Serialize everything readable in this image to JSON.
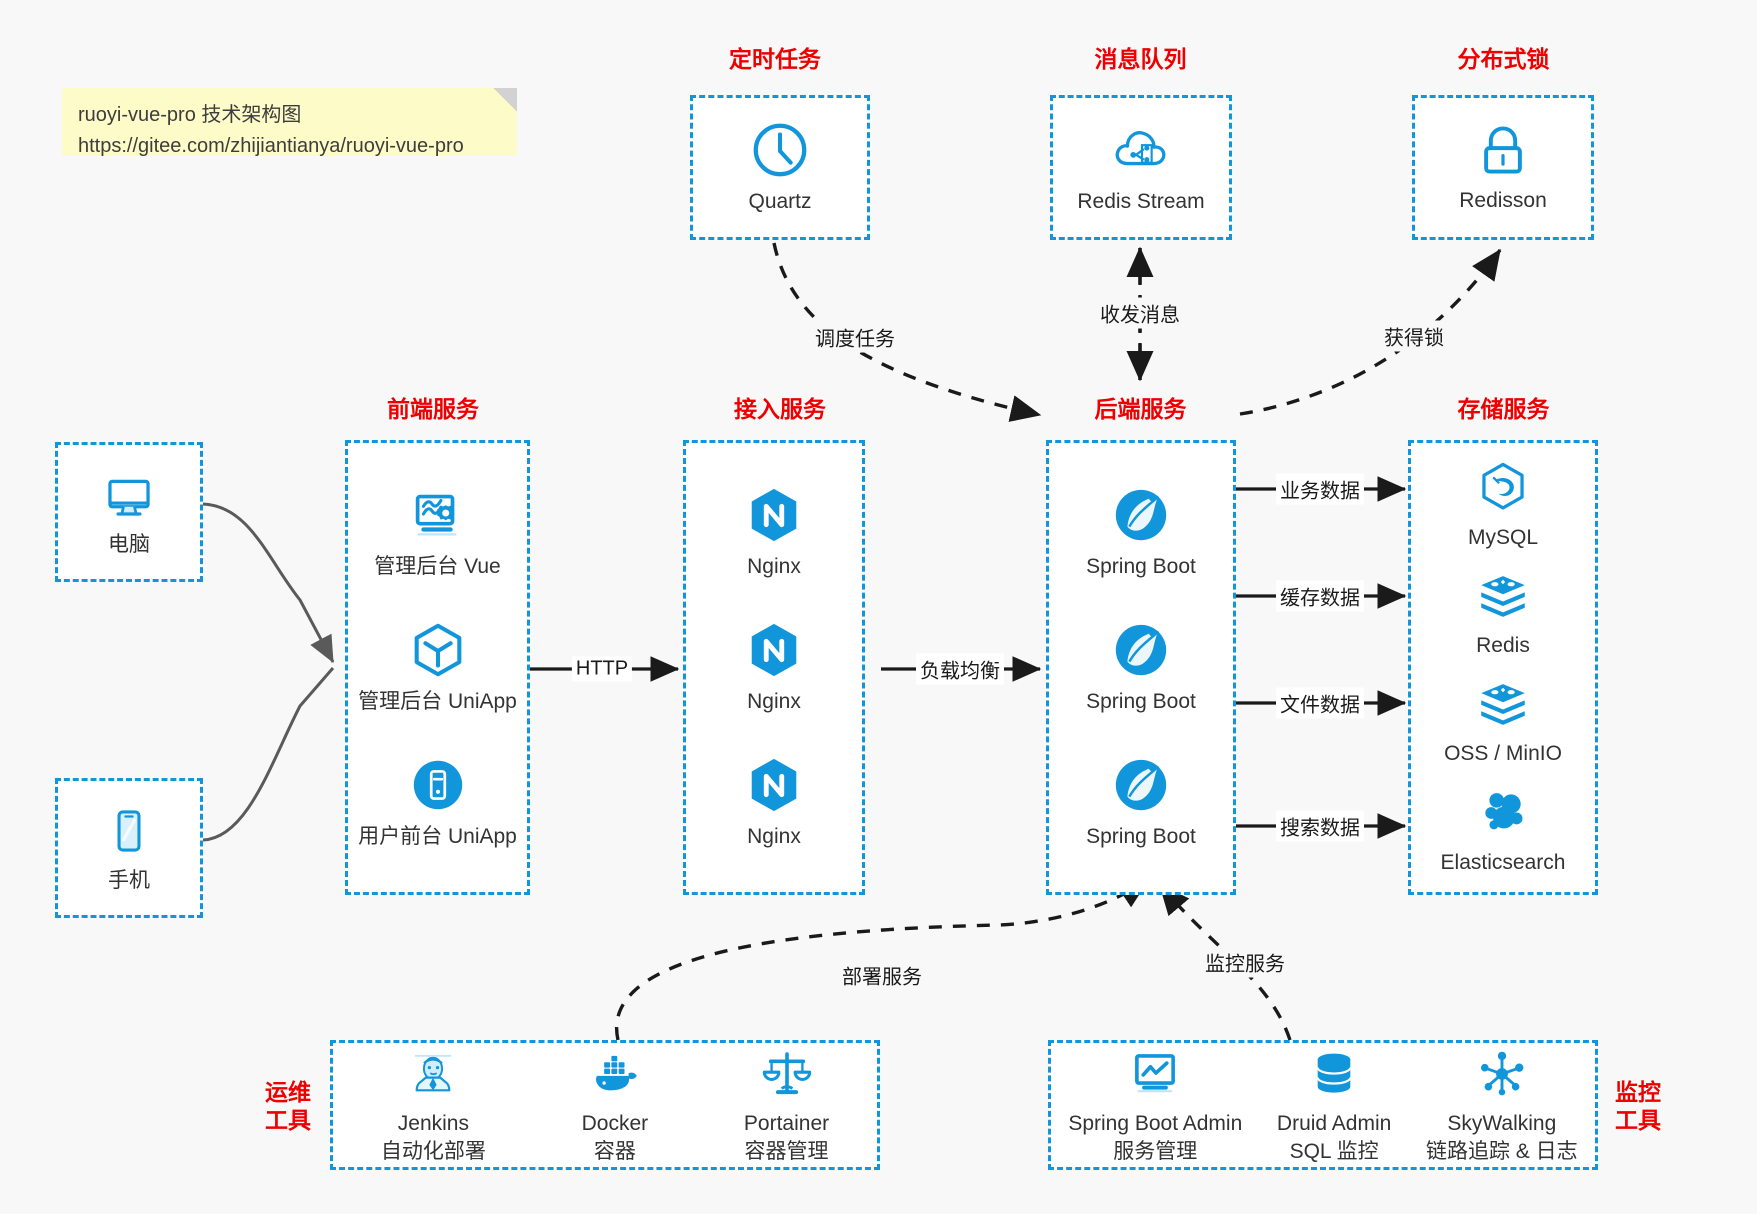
{
  "note": {
    "line1": "ruoyi-vue-pro 技术架构图",
    "line2": "https://gitee.com/zhijiantianya/ruoyi-vue-pro"
  },
  "colors": {
    "accent": "#1296db",
    "group_label": "#ef0000",
    "background": "#f8f8f8",
    "box_fill": "#ffffff",
    "note_fill": "#fdfbc8",
    "connector": "#1a1a1a",
    "solid_client_connector": "#5a5a5a"
  },
  "groups": {
    "scheduled_task": "定时任务",
    "message_queue": "消息队列",
    "distributed_lock": "分布式锁",
    "frontend_service": "前端服务",
    "gateway_service": "接入服务",
    "backend_service": "后端服务",
    "storage_service": "存储服务",
    "devops_tools": "运维\n工具",
    "devops_tools_l1": "运维",
    "devops_tools_l2": "工具",
    "monitor_tools_l1": "监控",
    "monitor_tools_l2": "工具"
  },
  "nodes": {
    "quartz": {
      "label": "Quartz",
      "icon": "clock-icon"
    },
    "redis_stream": {
      "label": "Redis Stream",
      "icon": "cloud-stream-icon"
    },
    "redisson": {
      "label": "Redisson",
      "icon": "lock-icon"
    },
    "computer": {
      "label": "电脑",
      "icon": "desktop-monitor-icon"
    },
    "phone": {
      "label": "手机",
      "icon": "mobile-phone-icon"
    },
    "admin_vue": {
      "label": "管理后台 Vue",
      "icon": "dashboard-gear-icon"
    },
    "admin_uniapp": {
      "label": "管理后台 UniApp",
      "icon": "hexagon-cube-icon"
    },
    "user_uniapp": {
      "label": "用户前台 UniApp",
      "icon": "app-tile-icon"
    },
    "nginx1": {
      "label": "Nginx",
      "icon": "nginx-icon"
    },
    "nginx2": {
      "label": "Nginx",
      "icon": "nginx-icon"
    },
    "nginx3": {
      "label": "Nginx",
      "icon": "nginx-icon"
    },
    "spring_boot1": {
      "label": "Spring Boot",
      "icon": "spring-leaf-icon"
    },
    "spring_boot2": {
      "label": "Spring Boot",
      "icon": "spring-leaf-icon"
    },
    "spring_boot3": {
      "label": "Spring Boot",
      "icon": "spring-leaf-icon"
    },
    "mysql": {
      "label": "MySQL",
      "icon": "mysql-dolphin-icon"
    },
    "redis": {
      "label": "Redis",
      "icon": "redis-stack-icon"
    },
    "oss_minio": {
      "label": "OSS / MinIO",
      "icon": "redis-stack-icon"
    },
    "elasticsearch": {
      "label": "Elasticsearch",
      "icon": "elasticsearch-icon"
    },
    "jenkins": {
      "label": "Jenkins",
      "sublabel": "自动化部署",
      "icon": "jenkins-butler-icon"
    },
    "docker": {
      "label": "Docker",
      "sublabel": "容器",
      "icon": "docker-whale-icon"
    },
    "portainer": {
      "label": "Portainer",
      "sublabel": "容器管理",
      "icon": "scales-icon"
    },
    "spring_boot_admin": {
      "label": "Spring Boot Admin",
      "sublabel": "服务管理",
      "icon": "monitor-chart-icon"
    },
    "druid_admin": {
      "label": "Druid Admin",
      "sublabel": "SQL 监控",
      "icon": "database-icon"
    },
    "skywalking": {
      "label": "SkyWalking",
      "sublabel": "链路追踪 & 日志",
      "icon": "network-nodes-icon"
    }
  },
  "edges": {
    "schedule_task": "调度任务",
    "send_receive_message": "收发消息",
    "acquire_lock": "获得锁",
    "http": "HTTP",
    "load_balance": "负载均衡",
    "business_data": "业务数据",
    "cache_data": "缓存数据",
    "file_data": "文件数据",
    "search_data": "搜索数据",
    "deploy_service": "部署服务",
    "monitor_service": "监控服务"
  }
}
